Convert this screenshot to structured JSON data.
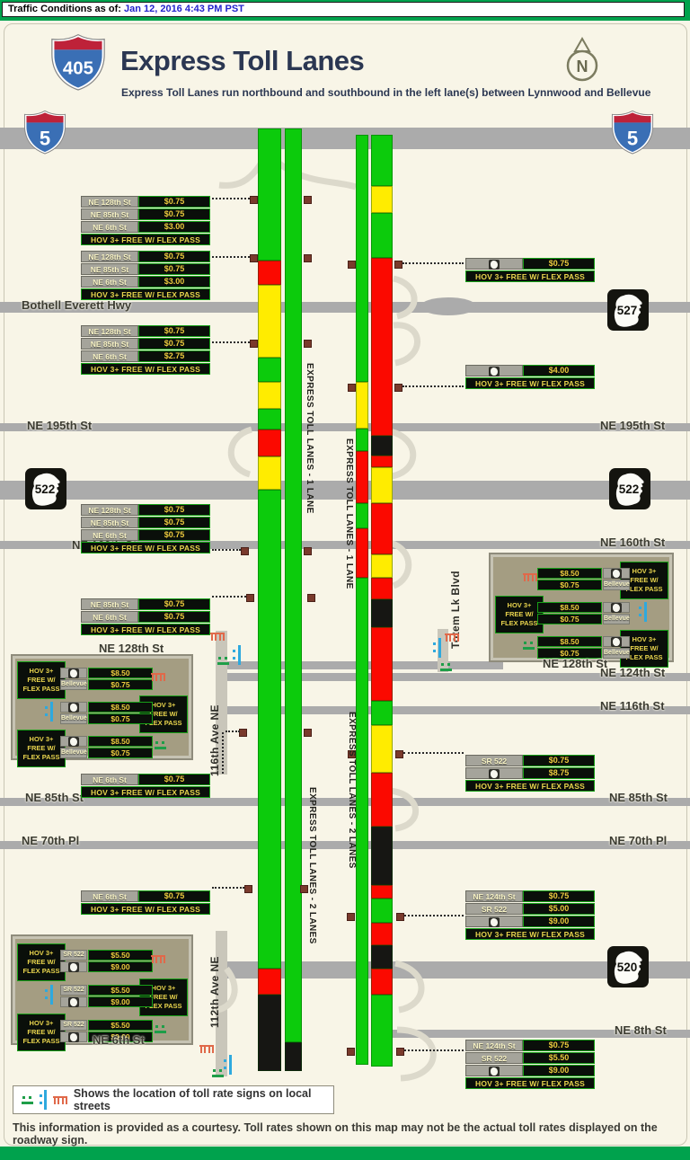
{
  "top_bar": {
    "label": "Traffic Conditions as of:",
    "timestamp": "Jan 12, 2016 4:43 PM PST"
  },
  "header": {
    "title": "Express Toll Lanes",
    "subtitle": "Express Toll Lanes run northbound and southbound in the left lane(s) between Lynnwood and Bellevue",
    "compass_n": "N"
  },
  "shields": {
    "i405": "405",
    "i5": "5",
    "sr527": "527",
    "sr522": "522",
    "sr520": "520"
  },
  "streets": {
    "bothell": "Bothell Everett Hwy",
    "ne195": "NE 195th St",
    "ne160": "NE 160th St",
    "ne128": "NE 128th St",
    "ne124": "NE 124th St",
    "ne116": "NE 116th St",
    "ne85": "NE 85th St",
    "ne70": "NE 70th Pl",
    "ne8": "NE 8th St",
    "ne6": "NE 6th St",
    "ave116": "116th Ave NE",
    "ave112": "112th Ave NE",
    "totem": "Totem Lk Blvd"
  },
  "lane_labels": {
    "sb1": "EXPRESS TOLL LANES - 1 LANE",
    "nb1": "EXPRESS TOLL LANES - 1 LANE",
    "sb2": "EXPRESS TOLL LANES - 2 LANES",
    "nb2": "EXPRESS TOLL LANES - 2 LANES"
  },
  "hov_lines": [
    "HOV 3+",
    "FREE W/",
    "FLEX PASS"
  ],
  "signs": {
    "s1": {
      "rows": [
        {
          "dest": "NE 128th St",
          "price": "$0.75"
        },
        {
          "dest": "NE 85th St",
          "price": "$0.75"
        },
        {
          "dest": "NE 6th St",
          "price": "$3.00"
        }
      ],
      "footer": "HOV 3+ FREE W/ FLEX PASS"
    },
    "s2": {
      "rows": [
        {
          "dest": "NE 128th St",
          "price": "$0.75"
        },
        {
          "dest": "NE 85th St",
          "price": "$0.75"
        },
        {
          "dest": "NE 6th St",
          "price": "$3.00"
        }
      ],
      "footer": "HOV 3+ FREE W/ FLEX PASS"
    },
    "s3": {
      "rows": [
        {
          "dest": "NE 128th St",
          "price": "$0.75"
        },
        {
          "dest": "NE 85th St",
          "price": "$0.75"
        },
        {
          "dest": "NE 6th St",
          "price": "$2.75"
        }
      ],
      "footer": "HOV 3+ FREE W/ FLEX PASS"
    },
    "s4": {
      "rows": [
        {
          "dest": "NE 128th St",
          "price": "$0.75"
        },
        {
          "dest": "NE 85th St",
          "price": "$0.75"
        },
        {
          "dest": "NE 6th St",
          "price": "$0.75"
        }
      ],
      "footer": "HOV 3+ FREE W/ FLEX PASS"
    },
    "s5": {
      "rows": [
        {
          "dest": "NE 85th St",
          "price": "$0.75"
        },
        {
          "dest": "NE 6th St",
          "price": "$0.75"
        }
      ],
      "footer": "HOV 3+ FREE W/ FLEX PASS"
    },
    "s6": {
      "rows": [
        {
          "dest": "NE 6th St",
          "price": "$0.75"
        }
      ],
      "footer": "HOV 3+ FREE W/ FLEX PASS"
    },
    "s7": {
      "rows": [
        {
          "dest": "NE 6th St",
          "price": "$0.75"
        }
      ],
      "footer": "HOV 3+ FREE W/ FLEX PASS"
    },
    "r1": {
      "rows": [
        {
          "dest_icon": true,
          "price": "$0.75"
        }
      ],
      "footer": "HOV 3+ FREE W/ FLEX PASS"
    },
    "r2": {
      "rows": [
        {
          "dest_icon": true,
          "price": "$4.00"
        }
      ],
      "footer": "HOV 3+ FREE W/ FLEX PASS"
    },
    "r3": {
      "rows": [
        {
          "dest": "SR 522",
          "price": "$0.75"
        },
        {
          "dest_icon": true,
          "price": "$8.75"
        }
      ],
      "footer": "HOV 3+ FREE W/ FLEX PASS"
    },
    "r4": {
      "rows": [
        {
          "dest": "NE 124th St",
          "price": "$0.75"
        },
        {
          "dest": "SR 522",
          "price": "$5.00"
        },
        {
          "dest_icon": true,
          "price": "$9.00"
        }
      ],
      "footer": "HOV 3+ FREE W/ FLEX PASS"
    },
    "r5": {
      "rows": [
        {
          "dest": "NE 124th St",
          "price": "$0.75"
        },
        {
          "dest": "SR 522",
          "price": "$5.50"
        },
        {
          "dest_icon": true,
          "price": "$9.00"
        }
      ],
      "footer": "HOV 3+ FREE W/ FLEX PASS"
    }
  },
  "panels": {
    "left_128": {
      "dest": [
        "@shield",
        "Bellevue"
      ],
      "prices": [
        "$8.50",
        "$0.75"
      ],
      "rows": [
        {
          "hov_side": "left",
          "icon": "orange",
          "icon_side": "right"
        },
        {
          "hov_side": "right",
          "icon": "blue",
          "icon_side": "left"
        },
        {
          "hov_side": "left",
          "icon": "green",
          "icon_side": "right"
        }
      ]
    },
    "right_128": {
      "dest": [
        "@shield",
        "Bellevue"
      ],
      "prices": [
        "$8.50",
        "$0.75"
      ],
      "rows": [
        {
          "hov_side": "right",
          "icon": "orange",
          "icon_side": "left"
        },
        {
          "hov_side": "left",
          "icon": "blue",
          "icon_side": "right"
        },
        {
          "hov_side": "right",
          "icon": "green",
          "icon_side": "left"
        }
      ]
    },
    "left_6": {
      "dest": [
        "SR 522",
        "@shield"
      ],
      "prices": [
        "$5.50",
        "$9.00"
      ],
      "rows": [
        {
          "hov_side": "left",
          "icon": "orange",
          "icon_side": "right"
        },
        {
          "hov_side": "right",
          "icon": "blue",
          "icon_side": "left"
        },
        {
          "hov_side": "left",
          "icon": "green",
          "icon_side": "right"
        }
      ]
    }
  },
  "lanes": {
    "sb_left": {
      "segments": [
        [
          143,
          290,
          "green"
        ],
        [
          290,
          317,
          "red"
        ],
        [
          317,
          398,
          "yellow"
        ],
        [
          398,
          425,
          "green"
        ],
        [
          425,
          455,
          "yellow"
        ],
        [
          455,
          478,
          "green"
        ],
        [
          478,
          508,
          "red"
        ],
        [
          508,
          545,
          "yellow"
        ],
        [
          545,
          1078,
          "green"
        ],
        [
          1078,
          1107,
          "red"
        ],
        [
          1107,
          1192,
          "black"
        ]
      ]
    },
    "sb_right": {
      "segments": [
        [
          143,
          1160,
          "green"
        ],
        [
          1160,
          1192,
          "black"
        ]
      ]
    },
    "nb_left": {
      "segments": [
        [
          150,
          425,
          "green"
        ],
        [
          425,
          477,
          "yellow"
        ],
        [
          477,
          502,
          "green"
        ],
        [
          502,
          560,
          "red"
        ],
        [
          560,
          588,
          "green"
        ],
        [
          588,
          643,
          "red"
        ],
        [
          643,
          1185,
          "green"
        ]
      ]
    },
    "nb_right": {
      "segments": [
        [
          150,
          207,
          "green"
        ],
        [
          207,
          237,
          "yellow"
        ],
        [
          237,
          287,
          "green"
        ],
        [
          287,
          485,
          "red"
        ],
        [
          485,
          507,
          "black"
        ],
        [
          507,
          520,
          "red"
        ],
        [
          520,
          560,
          "yellow"
        ],
        [
          560,
          617,
          "red"
        ],
        [
          617,
          643,
          "yellow"
        ],
        [
          643,
          667,
          "red"
        ],
        [
          667,
          698,
          "black"
        ],
        [
          698,
          780,
          "red"
        ],
        [
          780,
          807,
          "green"
        ],
        [
          807,
          860,
          "yellow"
        ],
        [
          860,
          920,
          "red"
        ],
        [
          920,
          985,
          "black"
        ],
        [
          985,
          1000,
          "red"
        ],
        [
          1000,
          1027,
          "green"
        ],
        [
          1027,
          1052,
          "red"
        ],
        [
          1052,
          1078,
          "black"
        ],
        [
          1078,
          1107,
          "red"
        ],
        [
          1107,
          1187,
          "green"
        ]
      ]
    }
  },
  "legend": {
    "text": "Shows the location of toll rate signs on local streets"
  },
  "footer": {
    "disclaimer": "This information is provided as a courtesy. Toll rates shown on this map may not be the actual toll rates displayed on the roadway sign."
  },
  "colors": {
    "bar_green": "#00A24D",
    "timestamp_blue": "#2222CC",
    "title_navy": "#2B3752",
    "lane_green": "#0CCB0C",
    "lane_yellow": "#FFEC00",
    "lane_red": "#FB0900",
    "lane_black": "#161613",
    "sign_border_green": "#17A017",
    "price_yellow": "#EDCB3E",
    "road_gray": "#ABABAB",
    "panel_tan": "#A49D82",
    "icon_orange": "#E0694A",
    "icon_blue": "#2EA9DE",
    "icon_green": "#1E9E48"
  }
}
